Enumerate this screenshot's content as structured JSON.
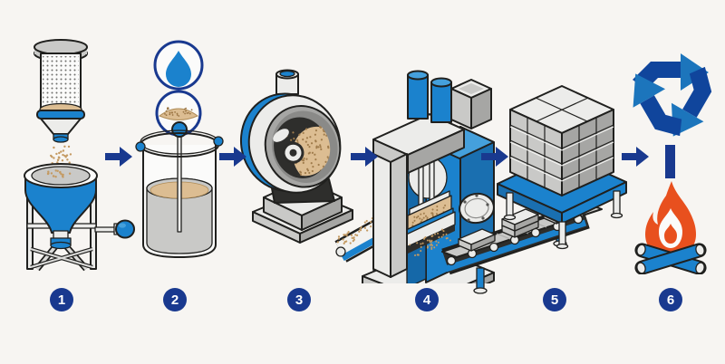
{
  "palette": {
    "background": "#f7f5f2",
    "ink": "#20201e",
    "machine_blue": "#1b82cd",
    "machine_blue_light": "#45a0dc",
    "machine_blue_dark": "#1a6fb0",
    "navy": "#19398f",
    "tan": "#dcbd92",
    "granule": "#c49a62",
    "granule_dark": "#a07c4c",
    "gray_light": "#ececea",
    "gray_mid": "#c9c9c7",
    "gray_dark": "#a6a6a4",
    "belt_dark": "#2e2e2c",
    "white": "#fbfbfa",
    "flame_orange": "#e8501e",
    "recycle_dark": "#10459c",
    "recycle_light": "#1c75bc"
  },
  "steps": [
    {
      "number": "1",
      "name": "sieving-raw-material",
      "icons": [
        "sieve-icon",
        "hopper-icon"
      ]
    },
    {
      "number": "2",
      "name": "mixing-with-water",
      "icons": [
        "water-drop-icon",
        "sawdust-icon",
        "mixing-tank-icon"
      ]
    },
    {
      "number": "3",
      "name": "rotary-drum-processing",
      "icons": [
        "rotary-drum-icon"
      ]
    },
    {
      "number": "4",
      "name": "briquette-pressing",
      "icons": [
        "press-machine-icon",
        "feed-conveyor-icon"
      ]
    },
    {
      "number": "5",
      "name": "stacking-on-pallet",
      "icons": [
        "roller-conveyor-icon",
        "pallet-stack-icon"
      ]
    },
    {
      "number": "6",
      "name": "recycle-or-burn",
      "icons": [
        "recycling-icon",
        "campfire-icon"
      ]
    }
  ],
  "arrows": {
    "count": 5,
    "direction": "right"
  }
}
